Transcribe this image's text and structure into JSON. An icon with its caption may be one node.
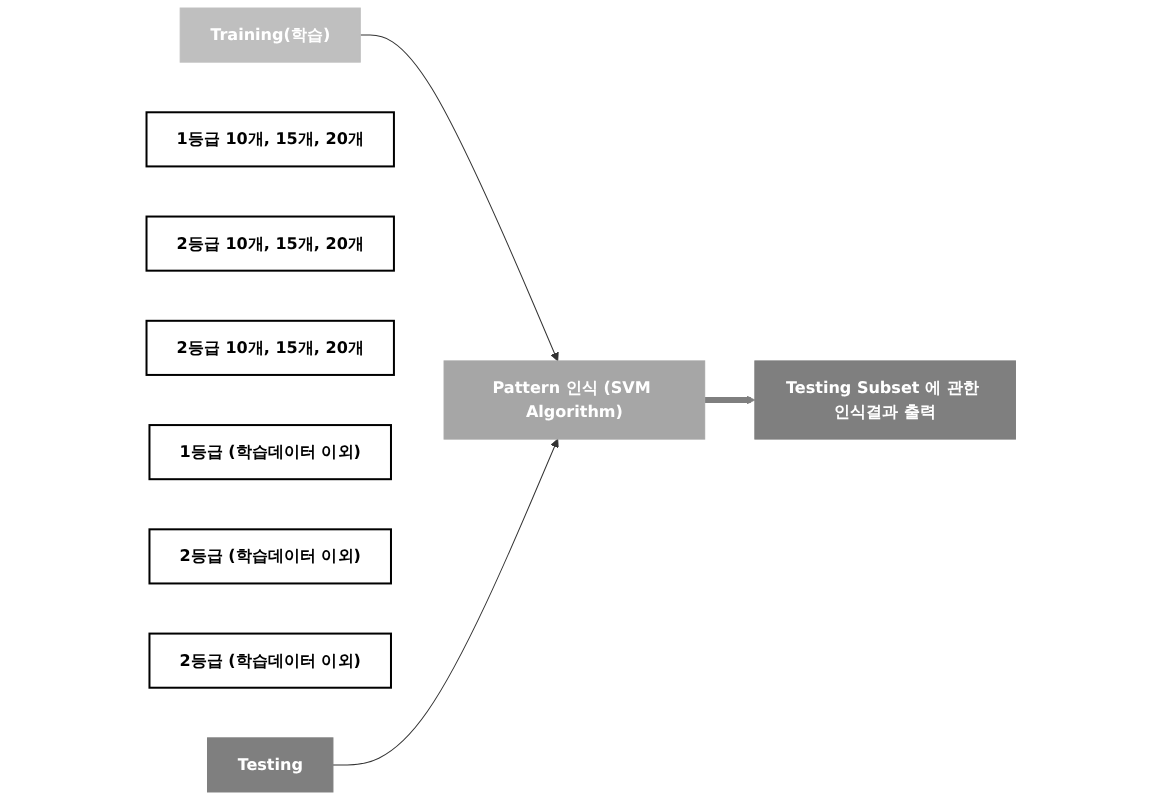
{
  "diagram": {
    "nodes": [
      {
        "text": [
          "Training(학습)"
        ]
      },
      {
        "text": [
          "1등급 10개, 15개, 20개"
        ]
      },
      {
        "text": [
          "2등급 10개, 15개, 20개"
        ]
      },
      {
        "text": [
          "2등급 10개, 15개, 20개"
        ]
      },
      {
        "text": [
          "1등급 (학습데이터 이외)"
        ]
      },
      {
        "text": [
          "2등급 (학습데이터 이외)"
        ]
      },
      {
        "text": [
          "2등급 (학습데이터 이외)"
        ]
      },
      {
        "text": [
          "Testing"
        ]
      },
      {
        "text": [
          "Pattern 인식 (SVM Algorithm)"
        ]
      },
      {
        "text": [
          "Testing Subset 에 관한 인식결과 출력"
        ]
      }
    ],
    "edges": [
      {
        "from": 0,
        "to": 8,
        "arrow": "to"
      },
      {
        "from": 7,
        "to": 8,
        "arrow": "to"
      },
      {
        "from": 8,
        "to": 9,
        "arrow": "to",
        "style": "thick",
        "color": "#7f7f7f"
      }
    ]
  }
}
